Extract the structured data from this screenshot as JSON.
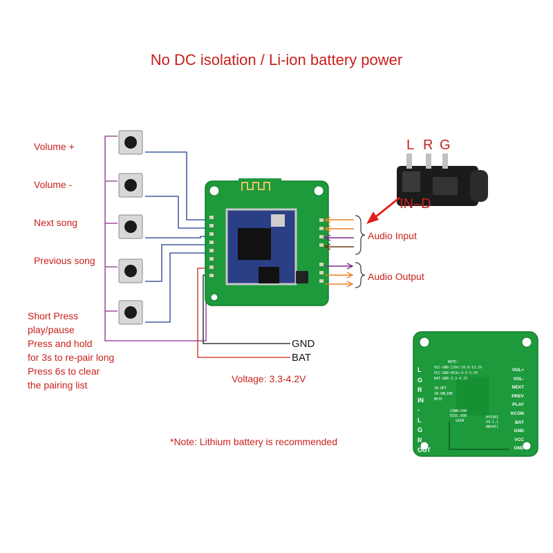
{
  "title": "No DC isolation / Li-ion battery power",
  "buttons": [
    {
      "label": "Volume +"
    },
    {
      "label": "Volume -"
    },
    {
      "label": "Next song"
    },
    {
      "label": "Previous song"
    },
    {
      "label_lines": [
        "Short Press",
        "play/pause",
        "Press and hold",
        "for 3s to re-pair long",
        "Press 6s to clear",
        "the pairing list"
      ]
    }
  ],
  "power": {
    "gnd": "GND",
    "bat": "BAT",
    "voltage": "Voltage: 3.3-4.2V"
  },
  "audio": {
    "input": "Audio Input",
    "output": "Audio Output"
  },
  "jack": {
    "l": "L",
    "r": "R",
    "g": "G",
    "in_d": "IN–D"
  },
  "note": "*Note: Lithium battery is recommended",
  "board_back": {
    "left_pins": [
      "L",
      "G",
      "R",
      "IN",
      "-",
      "L",
      "G",
      "R",
      "OUT"
    ],
    "right_pins": [
      "VOL+",
      "VOL-",
      "NEXT",
      "PREV",
      "PLAY",
      "KCON",
      "BAT",
      "GND",
      "VCC",
      "GND"
    ],
    "silk": [
      "NOTE:",
      "VCC-GND:120s:10.8-13.2V",
      "VCC-GND:053s:4.5-5.5V",
      "BAT-GND:3.3-4.2V",
      "IN-DET",
      "IN-ONLINE",
      "MUTE",
      "CONN:60B",
      "DISC:00B",
      "GAIN",
      "HYS302",
      "V4.1.1",
      "HNYAT1"
    ]
  },
  "colors": {
    "title": "#c8201c",
    "pcb": "#1d9a3c",
    "wire_red": "#c8201c",
    "wire_purple": "#7a2a8a",
    "wire_blue": "#1f3a8a",
    "wire_orange": "#e8801e",
    "wire_brown": "#6a3a14"
  }
}
